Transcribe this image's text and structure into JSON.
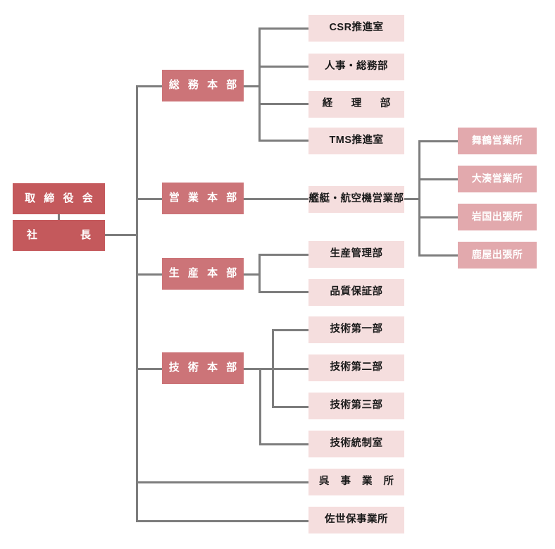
{
  "diagram": {
    "title": "Corporate Organization Chart",
    "type": "org-chart",
    "colors": {
      "executive_fill": "#c4595c",
      "headquarters_fill": "#cc7478",
      "department_fill": "#f5dede",
      "branch_fill": "#e2a9ad",
      "connector_line": "#7d7d7d",
      "background": "#ffffff",
      "light_text": "#ffffff",
      "dark_text": "#1a1a1a"
    }
  },
  "nodes": {
    "board": {
      "label": "取 締 役 会",
      "level": "executive"
    },
    "president": {
      "label": "社　　　長",
      "level": "executive"
    },
    "general_affairs_hq": {
      "label": "総 務 本 部",
      "level": "headquarters"
    },
    "csr_office": {
      "label": "CSR推進室",
      "level": "department"
    },
    "hr_general_affairs": {
      "label": "人事・総務部",
      "level": "department"
    },
    "accounting": {
      "label": "経　理　部",
      "level": "department"
    },
    "tms_office": {
      "label": "TMS推進室",
      "level": "department"
    },
    "sales_hq": {
      "label": "営 業 本 部",
      "level": "headquarters"
    },
    "ship_aircraft_sales": {
      "label": "艦艇・航空機営業部",
      "level": "department"
    },
    "maizuru_office": {
      "label": "舞鶴営業所",
      "level": "branch"
    },
    "ominato_office": {
      "label": "大湊営業所",
      "level": "branch"
    },
    "iwakuni_office": {
      "label": "岩国出張所",
      "level": "branch"
    },
    "kanoya_office": {
      "label": "鹿屋出張所",
      "level": "branch"
    },
    "production_hq": {
      "label": "生 産 本 部",
      "level": "headquarters"
    },
    "production_control": {
      "label": "生産管理部",
      "level": "department"
    },
    "quality_assurance": {
      "label": "品質保証部",
      "level": "department"
    },
    "engineering_hq": {
      "label": "技 術 本 部",
      "level": "headquarters"
    },
    "engineering_1": {
      "label": "技術第一部",
      "level": "department"
    },
    "engineering_2": {
      "label": "技術第二部",
      "level": "department"
    },
    "engineering_3": {
      "label": "技術第三部",
      "level": "department"
    },
    "engineering_control": {
      "label": "技術統制室",
      "level": "department"
    },
    "kure_works": {
      "label": "呉 事 業 所",
      "level": "department"
    },
    "sasebo_works": {
      "label": "佐世保事業所",
      "level": "department"
    }
  }
}
